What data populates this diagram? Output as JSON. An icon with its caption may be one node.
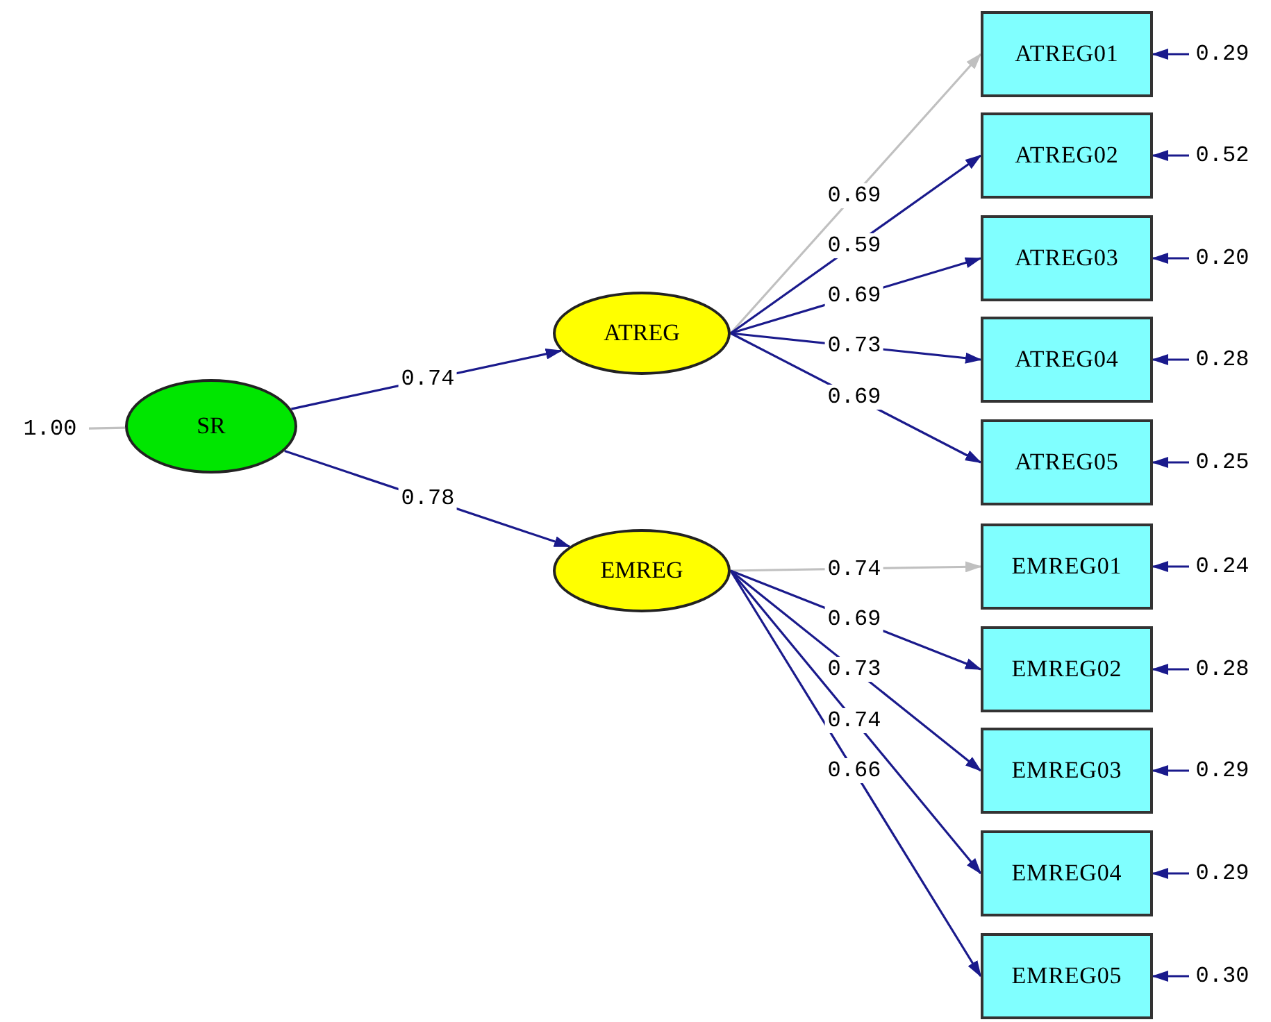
{
  "diagram": {
    "nodes": [
      {
        "text": [
          "1.00"
        ]
      },
      {
        "text": [
          "SR"
        ]
      },
      {
        "text": [
          "ATREG"
        ]
      },
      {
        "text": [
          "EMREG"
        ]
      },
      {
        "text": [
          "ATREG01"
        ]
      },
      {
        "text": [
          "ATREG02"
        ]
      },
      {
        "text": [
          "ATREG03"
        ]
      },
      {
        "text": [
          "ATREG04"
        ]
      },
      {
        "text": [
          "ATREG05"
        ]
      },
      {
        "text": [
          "EMREG01"
        ]
      },
      {
        "text": [
          "EMREG02"
        ]
      },
      {
        "text": [
          "EMREG03"
        ]
      },
      {
        "text": [
          "EMREG04"
        ]
      },
      {
        "text": [
          "EMREG05"
        ]
      },
      {
        "text": [
          "0.29"
        ]
      },
      {
        "text": [
          "0.52"
        ]
      },
      {
        "text": [
          "0.20"
        ]
      },
      {
        "text": [
          "0.28"
        ]
      },
      {
        "text": [
          "0.25"
        ]
      },
      {
        "text": [
          "0.24"
        ]
      },
      {
        "text": [
          "0.28"
        ]
      },
      {
        "text": [
          "0.29"
        ]
      },
      {
        "text": [
          "0.29"
        ]
      },
      {
        "text": [
          "0.30"
        ]
      }
    ],
    "edges": [
      {
        "from": 0,
        "to": 1,
        "arrow": "none",
        "color": "#c0c0c0"
      },
      {
        "from": 1,
        "to": 2,
        "arrow": "to",
        "label": "0.74"
      },
      {
        "from": 1,
        "to": 3,
        "arrow": "to",
        "label": "0.78"
      },
      {
        "from": 2,
        "to": 4,
        "arrow": "to",
        "label": "0.69",
        "color": "#c0c0c0"
      },
      {
        "from": 2,
        "to": 5,
        "arrow": "to",
        "label": "0.59"
      },
      {
        "from": 2,
        "to": 6,
        "arrow": "to",
        "label": "0.69"
      },
      {
        "from": 2,
        "to": 7,
        "arrow": "to",
        "label": "0.73"
      },
      {
        "from": 2,
        "to": 8,
        "arrow": "to",
        "label": "0.69"
      },
      {
        "from": 3,
        "to": 9,
        "arrow": "to",
        "label": "0.74",
        "color": "#c0c0c0"
      },
      {
        "from": 3,
        "to": 10,
        "arrow": "to",
        "label": "0.69"
      },
      {
        "from": 3,
        "to": 11,
        "arrow": "to",
        "label": "0.73"
      },
      {
        "from": 3,
        "to": 12,
        "arrow": "to",
        "label": "0.74"
      },
      {
        "from": 3,
        "to": 13,
        "arrow": "to",
        "label": "0.66"
      },
      {
        "from": 14,
        "to": 4,
        "arrow": "to"
      },
      {
        "from": 15,
        "to": 5,
        "arrow": "to"
      },
      {
        "from": 16,
        "to": 6,
        "arrow": "to"
      },
      {
        "from": 17,
        "to": 7,
        "arrow": "to"
      },
      {
        "from": 18,
        "to": 8,
        "arrow": "to"
      },
      {
        "from": 19,
        "to": 9,
        "arrow": "to"
      },
      {
        "from": 20,
        "to": 10,
        "arrow": "to"
      },
      {
        "from": 21,
        "to": 11,
        "arrow": "to"
      },
      {
        "from": 22,
        "to": 12,
        "arrow": "to"
      },
      {
        "from": 23,
        "to": 13,
        "arrow": "to"
      }
    ]
  }
}
